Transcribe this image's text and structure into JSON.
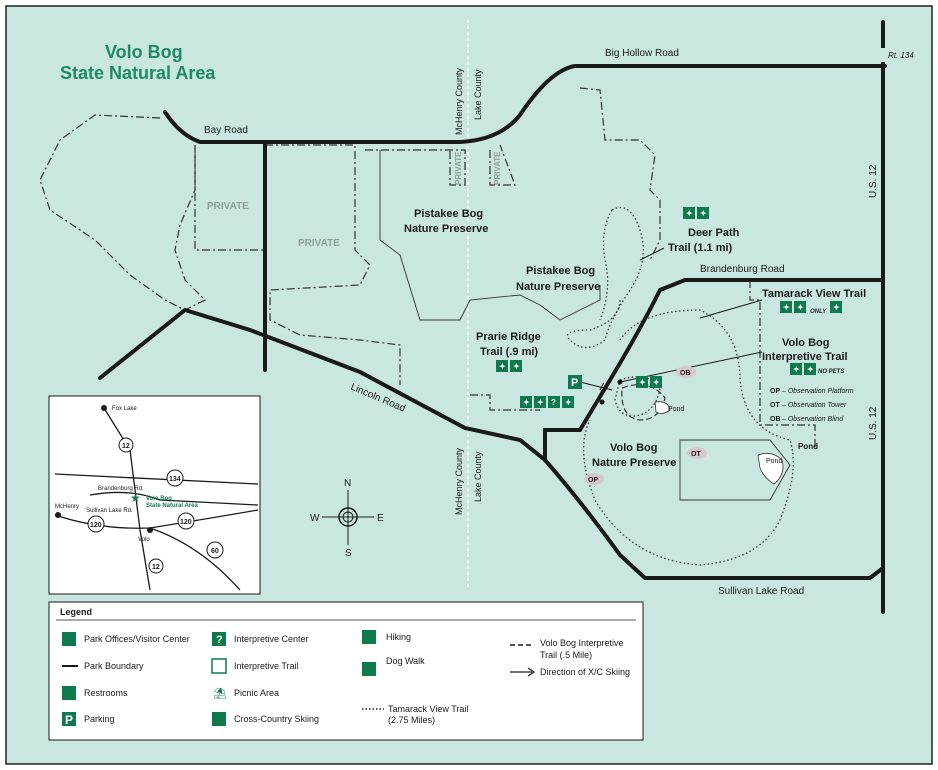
{
  "title": {
    "line1": "Volo Bog",
    "line2": "State Natural Area"
  },
  "roads": {
    "big_hollow": "Big Hollow Road",
    "rt134": "Rt. 134",
    "bay": "Bay Road",
    "brandenburg": "Brandenburg Road",
    "lincoln": "Lincoln Road",
    "sullivan": "Sullivan Lake Road",
    "us12_top": "U.S. 12",
    "us12_bottom": "U.S. 12"
  },
  "county": {
    "mchenry_top": "McHenry County",
    "lake_top": "Lake County",
    "mchenry_bottom": "McHenry County",
    "lake_bottom": "Lake County"
  },
  "areas": {
    "private1": "PRIVATE",
    "private2": "PRIVATE",
    "private3": "PRIVATE",
    "private4": "PRIVATE",
    "pistakee_1a": "Pistakee Bog",
    "pistakee_1b": "Nature Preserve",
    "pistakee_2a": "Pistakee Bog",
    "pistakee_2b": "Nature Preserve",
    "volo_a": "Volo Bog",
    "volo_b": "Nature Preserve",
    "pond1": "Pond",
    "pond2": "Pond",
    "pond3": "Pond"
  },
  "trails": {
    "deer_path_a": "Deer Path",
    "deer_path_b": "Trail (1.1 mi)",
    "tamarack": "Tamarack View Trail",
    "tamarack_only": "ONLY",
    "volo_interp_a": "Volo Bog",
    "volo_interp_b": "Interpretive Trail",
    "no_pets": "NO PETS",
    "prairie_a": "Prarie Ridge",
    "prairie_b": "Trail (.9 mi)"
  },
  "markers": {
    "op_key": "OP",
    "op_desc": "– Observation Platform",
    "ot_key": "OT",
    "ot_desc": "– Observation Tower",
    "ob_key": "OB",
    "ob_desc": "– Observation Blind",
    "ob_map": "OB",
    "ot_map": "OT",
    "op_map": "OP"
  },
  "compass": {
    "n": "N",
    "s": "S",
    "e": "E",
    "w": "W"
  },
  "inset": {
    "fox_lake": "Fox Lake",
    "brandenburg": "Brandenburg Rd.",
    "volo_bog_a": "Volo Bog",
    "volo_bog_b": "State Natural Area",
    "mchenry": "McHenry",
    "sullivan": "Sullivan Lake Rd.",
    "volo": "Volo",
    "r12a": "12",
    "r134": "134",
    "r120a": "120",
    "r120b": "120",
    "r60": "60",
    "r12b": "12"
  },
  "legend": {
    "heading": "Legend",
    "items": [
      {
        "key": "park_office",
        "label": "Park Offices/Visitor Center"
      },
      {
        "key": "park_boundary",
        "label": "Park Boundary"
      },
      {
        "key": "restrooms",
        "label": "Restrooms"
      },
      {
        "key": "parking",
        "label": "Parking"
      },
      {
        "key": "interp_center",
        "label": "Interpretive Center"
      },
      {
        "key": "interp_trail",
        "label": "Interpretive Trail"
      },
      {
        "key": "picnic",
        "label": "Picnic Area"
      },
      {
        "key": "xc_ski",
        "label": "Cross-Country Skiing"
      },
      {
        "key": "hiking",
        "label": "Hiking"
      },
      {
        "key": "dog_walk",
        "label": "Dog Walk"
      },
      {
        "key": "tamarack_a",
        "label": "Tamarack View Trail"
      },
      {
        "key": "tamarack_b",
        "label": "(2.75 Miles)"
      },
      {
        "key": "volo_trail_a",
        "label": "Volo Bog Interpretive"
      },
      {
        "key": "volo_trail_b",
        "label": "Trail (.5 Mile)"
      },
      {
        "key": "xc_dir",
        "label": "Direction of X/C Skiing"
      }
    ]
  },
  "icons": {
    "parking_letter": "P",
    "info_letter": "?"
  },
  "colors": {
    "map_bg": "#c9e6e0",
    "road": "#1a1a1a",
    "icon_green": "#0f7a4e",
    "title_green": "#1f8a6a",
    "private_gray": "#8f9e9b"
  }
}
